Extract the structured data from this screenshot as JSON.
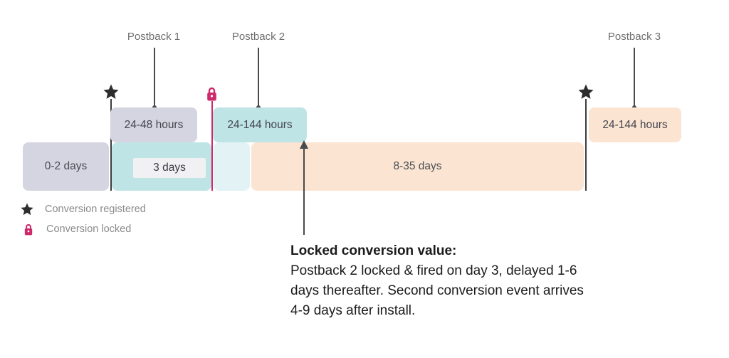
{
  "diagram": {
    "postbacks": [
      {
        "label": "Postback 1"
      },
      {
        "label": "Postback 2"
      },
      {
        "label": "Postback 3"
      }
    ],
    "delay_boxes": [
      {
        "label": "24-48 hours",
        "color": "#d5d4e1"
      },
      {
        "label": "24-144 hours",
        "color": "#bee4e6"
      },
      {
        "label": "24-144 hours",
        "color": "#fbe4d2"
      }
    ],
    "bars": [
      {
        "label": "0-2 days",
        "color": "#d5d4e1"
      },
      {
        "label": "3 days",
        "color": "#bee4e6"
      },
      {
        "label": "",
        "color": "#e3f2f5"
      },
      {
        "label": "8-35 days",
        "color": "#fbe4d2"
      }
    ],
    "legend": [
      {
        "icon": "star-icon",
        "label": "Conversion registered"
      },
      {
        "icon": "lock-icon",
        "label": "Conversion locked"
      }
    ],
    "annotation": {
      "title": "Locked conversion value:",
      "line1": "Postback 2 locked & fired on day 3, delayed 1-6",
      "line2": "days thereafter. Second conversion event arrives",
      "line3": "4-9 days after install."
    },
    "colors": {
      "marker_star": "#2d2d2d",
      "marker_lock_pink": "#cd2a6c",
      "connector_line": "#4a4a4a",
      "inner_label_bg": "#f1f0f2"
    }
  }
}
